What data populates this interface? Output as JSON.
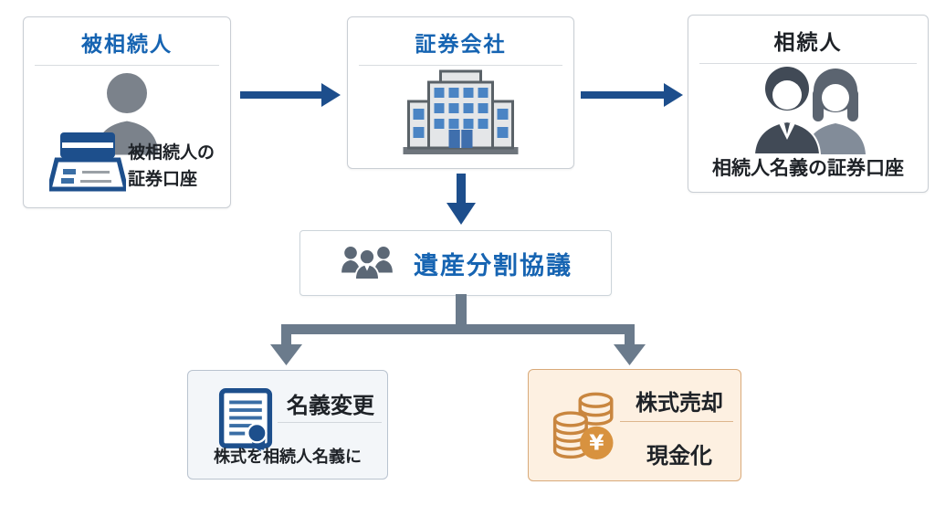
{
  "boxes": {
    "deceased": {
      "title": "被相続人",
      "caption_line1": "被相続人の",
      "caption_line2": "証券口座"
    },
    "broker": {
      "title": "証券会社"
    },
    "heirs": {
      "title": "相続人",
      "caption": "相続人名義の証券口座"
    },
    "discussion": {
      "label": "遺産分割協議"
    },
    "name_change": {
      "title": "名義変更",
      "caption": "株式を相続人名義に"
    },
    "cash_out": {
      "title": "株式売却",
      "caption": "現金化"
    }
  },
  "icons": {
    "person": "person-silhouette-icon",
    "passbook": "securities-passbook-icon",
    "building": "securities-company-building-icon",
    "couple": "heirs-couple-icon",
    "group": "discussion-group-icon",
    "document": "name-change-certificate-icon",
    "coins": "yen-coins-icon",
    "yen_symbol": "¥"
  },
  "colors": {
    "title_blue": "#1664b2",
    "arrow_blue": "#1d4e8c",
    "branch_gray": "#6b7b8c",
    "text_dark": "#1e2227",
    "person_gray": "#7b828b",
    "group_gray": "#5c6876",
    "building_outline": "#5a6268",
    "building_fill": "#e4e6e8",
    "window_blue": "#4a84c4",
    "passbook_blue": "#1d4f8c",
    "coin_outline": "#c9863f",
    "yen_circle_orange": "#d8923f",
    "namechange_bg": "#f3f6f9",
    "namechange_border": "#b9c3cf",
    "cashout_bg": "#fdf0e1",
    "cashout_border": "#d9aa7a"
  }
}
